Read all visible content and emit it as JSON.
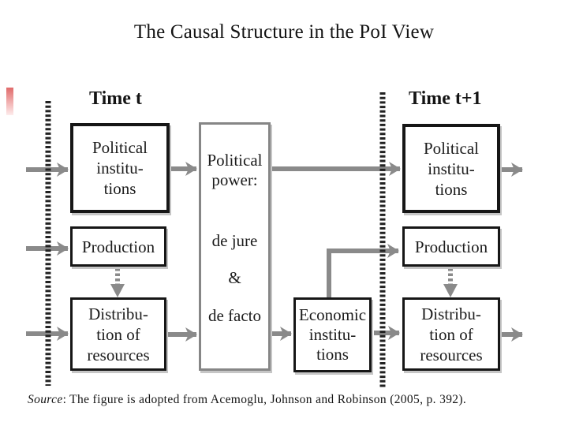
{
  "title": "The Causal Structure in the PoI View",
  "timeline": {
    "left_label": "Time t",
    "right_label": "Time t+1"
  },
  "boxes": {
    "political_institutions_t": {
      "lines": [
        "Political",
        "institu-",
        "tions"
      ]
    },
    "production_t": {
      "lines": [
        "Production"
      ]
    },
    "distribution_t": {
      "lines": [
        "Distribu-",
        "tion of",
        "resources"
      ]
    },
    "political_power": {
      "lines": [
        "Political",
        "power:"
      ],
      "items": [
        "de jure",
        "&",
        "de facto"
      ]
    },
    "economic_institutions": {
      "lines": [
        "Economic",
        "institu-",
        "tions"
      ]
    },
    "political_institutions_t1": {
      "lines": [
        "Political",
        "institu-",
        "tions"
      ]
    },
    "production_t1": {
      "lines": [
        "Production"
      ]
    },
    "distribution_t1": {
      "lines": [
        "Distribu-",
        "tion of",
        "resources"
      ]
    }
  },
  "arrows": [
    {
      "from": "left-edge",
      "to": "political-institutions-t",
      "style": "solid"
    },
    {
      "from": "left-edge",
      "to": "production-t",
      "style": "solid"
    },
    {
      "from": "left-edge",
      "to": "distribution-of-resources-t",
      "style": "solid"
    },
    {
      "from": "political-institutions-t",
      "to": "political-power",
      "style": "solid"
    },
    {
      "from": "production-t",
      "to": "distribution-of-resources-t",
      "style": "dashed"
    },
    {
      "from": "distribution-of-resources-t",
      "to": "political-power",
      "style": "solid"
    },
    {
      "from": "political-power",
      "to": "political-institutions-t1",
      "style": "solid"
    },
    {
      "from": "political-power",
      "to": "economic-institutions",
      "style": "solid"
    },
    {
      "from": "economic-institutions",
      "to": "production-t1",
      "style": "solid"
    },
    {
      "from": "economic-institutions",
      "to": "distribution-of-resources-t1",
      "style": "solid"
    },
    {
      "from": "production-t1",
      "to": "distribution-of-resources-t1",
      "style": "dashed"
    },
    {
      "from": "political-institutions-t1",
      "to": "right-edge",
      "style": "solid"
    },
    {
      "from": "distribution-of-resources-t1",
      "to": "right-edge",
      "style": "solid"
    }
  ],
  "source_note": {
    "label": "Source",
    "text": ": The figure is adopted from Acemoglu, Johnson and Robinson (2005, p. 392)."
  },
  "colors": {
    "arrow_gray": "#8a8a8a",
    "box_border_black": "#161616",
    "power_box_border_gray": "#868686",
    "separator_black": "#222222",
    "accent_bar_red": "#e06a6a"
  }
}
